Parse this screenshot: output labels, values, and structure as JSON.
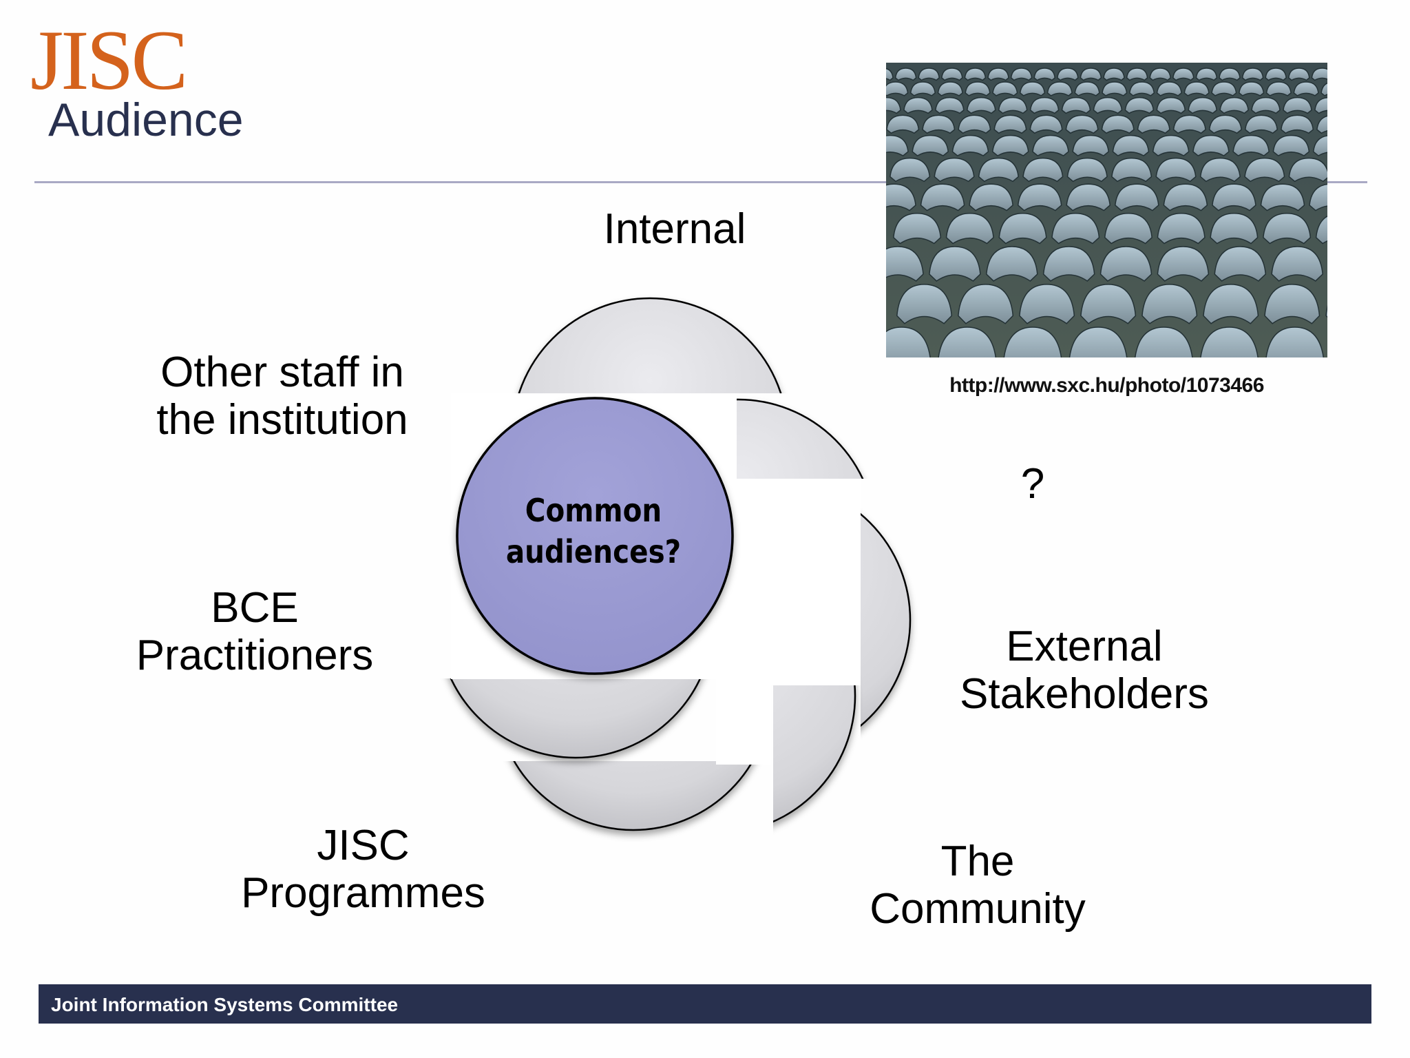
{
  "logo": {
    "text": "JISC",
    "color": "#d4621c"
  },
  "slide": {
    "title": "Audience",
    "title_color": "#28304e"
  },
  "photo": {
    "credit": "http://www.sxc.hu/photo/1073466",
    "subject": "rows of stadium seats"
  },
  "diagram": {
    "center_label": "Common audiences?",
    "center_fill": "#9e9ed4",
    "petal_fill": "#dcdce0",
    "labels": {
      "top": "Internal",
      "upper_left": [
        "Other staff in",
        "the institution"
      ],
      "upper_right": "?",
      "left": [
        "BCE",
        "Practitioners"
      ],
      "right": [
        "External",
        "Stakeholders"
      ],
      "bottom_left": [
        "JISC",
        "Programmes"
      ],
      "bottom_right": [
        "The",
        "Community"
      ]
    }
  },
  "footer": {
    "text": "Joint Information Systems Committee",
    "background": "#28304e"
  }
}
